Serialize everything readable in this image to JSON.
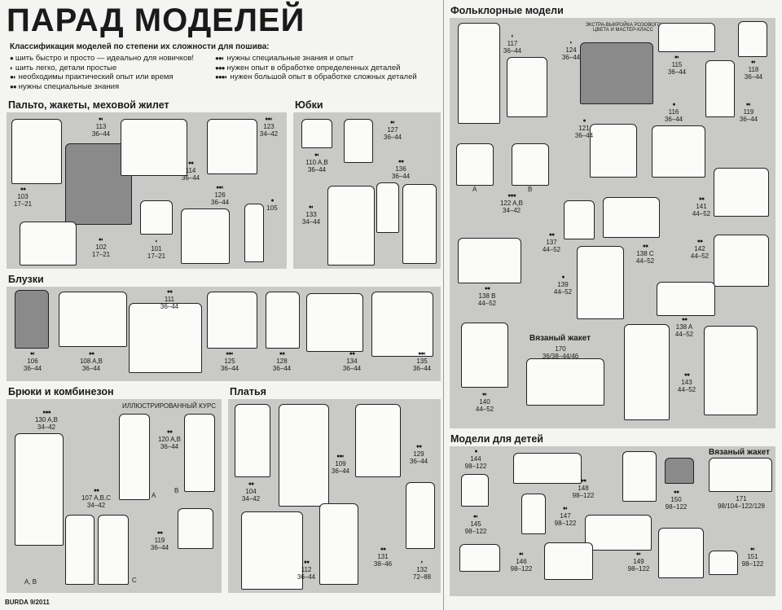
{
  "title": "ПАРАД МОДЕЛЕЙ",
  "legend": {
    "heading": "Классификация моделей по степени их сложности для пошива:",
    "left": [
      {
        "dots": "●",
        "text": "шить быстро и просто — идеально для новичков!"
      },
      {
        "dots": "◐",
        "text": "шить легко, детали простые"
      },
      {
        "dots": "●◐",
        "text": "необходимы практический опыт или время"
      },
      {
        "dots": "●●",
        "text": "нужны специальные знания"
      }
    ],
    "right": [
      {
        "dots": "●●◐",
        "text": "нужны специальные знания и опыт"
      },
      {
        "dots": "●●●",
        "text": "нужен опыт в обработке определенных деталей"
      },
      {
        "dots": "●●●◐",
        "text": "нужен большой опыт в обработке сложных деталей"
      }
    ]
  },
  "sections": {
    "coats": "Пальто, жакеты, меховой жилет",
    "skirts": "Юбки",
    "blouses": "Блузки",
    "trousers": "Брюки и комбинезон",
    "dresses": "Платья",
    "folk": "Фольклорные модели",
    "kids": "Модели для детей"
  },
  "notes": {
    "course": "ИЛЛЮСТРИРОВАННЫЙ КУРС",
    "extra": "ЭКСТРА-ВЫКРОЙКА РОЗОВОГО ЦВЕТА И МАСТЕР-КЛАСС",
    "knit_jacket": "Вязаный жакет",
    "knit_jacket_kids": "Вязаный жакет",
    "label_a": "A",
    "label_b": "B",
    "label_c": "C",
    "label_ab": "A, B",
    "footer": "BURDA 9/2011"
  },
  "items": {
    "m113": {
      "dots": "●◐",
      "num": "113",
      "size": "36–44"
    },
    "m103": {
      "dots": "●●",
      "num": "103",
      "size": "17–21"
    },
    "m114": {
      "dots": "●●",
      "num": "114",
      "size": "36–44"
    },
    "m123": {
      "dots": "●●◐",
      "num": "123",
      "size": "34–42"
    },
    "m126": {
      "dots": "●●◐",
      "num": "126",
      "size": "36–44"
    },
    "m105": {
      "dots": "●",
      "num": "105",
      "size": ""
    },
    "m102": {
      "dots": "●◐",
      "num": "102",
      "size": "17–21"
    },
    "m101": {
      "dots": "◐",
      "num": "101",
      "size": "17–21"
    },
    "m127": {
      "dots": "●◐",
      "num": "127",
      "size": "36–44"
    },
    "m110": {
      "dots": "●◐",
      "num": "110 A,B",
      "size": "36–44"
    },
    "m136": {
      "dots": "●●",
      "num": "136",
      "size": "36–44"
    },
    "m133": {
      "dots": "●◐",
      "num": "133",
      "size": "34–44"
    },
    "m111": {
      "dots": "●●",
      "num": "111",
      "size": "36–44"
    },
    "m106": {
      "dots": "●◐",
      "num": "106",
      "size": "36–44"
    },
    "m108": {
      "dots": "●●",
      "num": "108 A,B",
      "size": "36–44"
    },
    "m125": {
      "dots": "●●◐",
      "num": "125",
      "size": "36–44"
    },
    "m128": {
      "dots": "●●",
      "num": "128",
      "size": "36–44"
    },
    "m134": {
      "dots": "●●",
      "num": "134",
      "size": "36–44"
    },
    "m135": {
      "dots": "●●◐",
      "num": "135",
      "size": "36–44"
    },
    "m130": {
      "dots": "●●●",
      "num": "130 A,B",
      "size": "34–42"
    },
    "m120": {
      "dots": "●●",
      "num": "120 A,B",
      "size": "36–44"
    },
    "m107": {
      "dots": "●●",
      "num": "107 A,B,C",
      "size": "34–42"
    },
    "m119": {
      "dots": "●●",
      "num": "119",
      "size": "36–44"
    },
    "m104": {
      "dots": "●●",
      "num": "104",
      "size": "34–42"
    },
    "m109": {
      "dots": "●●◐",
      "num": "109",
      "size": "36–44"
    },
    "m129": {
      "dots": "●●",
      "num": "129",
      "size": "36–44"
    },
    "m112": {
      "dots": "●●",
      "num": "112",
      "size": "36–44"
    },
    "m131": {
      "dots": "●●",
      "num": "131",
      "size": "38–46"
    },
    "m132": {
      "dots": "◐",
      "num": "132",
      "size": "72–88"
    },
    "m117": {
      "dots": "◐",
      "num": "117",
      "size": "36–44"
    },
    "m124": {
      "dots": "◐",
      "num": "124",
      "size": "36–44"
    },
    "m115": {
      "dots": "●◐",
      "num": "115",
      "size": "36–44"
    },
    "m118": {
      "dots": "●◐",
      "num": "118",
      "size": "36–44"
    },
    "m116": {
      "dots": "●",
      "num": "116",
      "size": "36–44"
    },
    "m119f": {
      "dots": "●◐",
      "num": "119",
      "size": "36–44"
    },
    "m121": {
      "dots": "●",
      "num": "121",
      "size": "36–44"
    },
    "m122": {
      "dots": "●●●",
      "num": "122 A,B",
      "size": "34–42"
    },
    "m141": {
      "dots": "●●",
      "num": "141",
      "size": "44–52"
    },
    "m137": {
      "dots": "●●",
      "num": "137",
      "size": "44–52"
    },
    "m138c": {
      "dots": "●●",
      "num": "138 C",
      "size": "44–52"
    },
    "m142": {
      "dots": "●●",
      "num": "142",
      "size": "44–52"
    },
    "m138b": {
      "dots": "●●",
      "num": "138 B",
      "size": "44–52"
    },
    "m139": {
      "dots": "●",
      "num": "139",
      "size": "44–52"
    },
    "m138a": {
      "dots": "●●",
      "num": "138 A",
      "size": "44–52"
    },
    "m170": {
      "dots": "",
      "num": "170",
      "size": "36/38–44/46"
    },
    "m140": {
      "dots": "●◐",
      "num": "140",
      "size": "44–52"
    },
    "m143": {
      "dots": "●●",
      "num": "143",
      "size": "44–52"
    },
    "m144": {
      "dots": "●",
      "num": "144",
      "size": "98–122"
    },
    "m148": {
      "dots": "●●",
      "num": "148",
      "size": "98–122"
    },
    "m147": {
      "dots": "●◐",
      "num": "147",
      "size": "98–122"
    },
    "m150": {
      "dots": "●●",
      "num": "150",
      "size": "98–122"
    },
    "m171": {
      "dots": "",
      "num": "171",
      "size": "98/104–122/128"
    },
    "m145": {
      "dots": "●◐",
      "num": "145",
      "size": "98–122"
    },
    "m146": {
      "dots": "●◐",
      "num": "146",
      "size": "98–122"
    },
    "m149": {
      "dots": "●◐",
      "num": "149",
      "size": "98–122"
    },
    "m151": {
      "dots": "●◐",
      "num": "151",
      "size": "98–122"
    }
  }
}
